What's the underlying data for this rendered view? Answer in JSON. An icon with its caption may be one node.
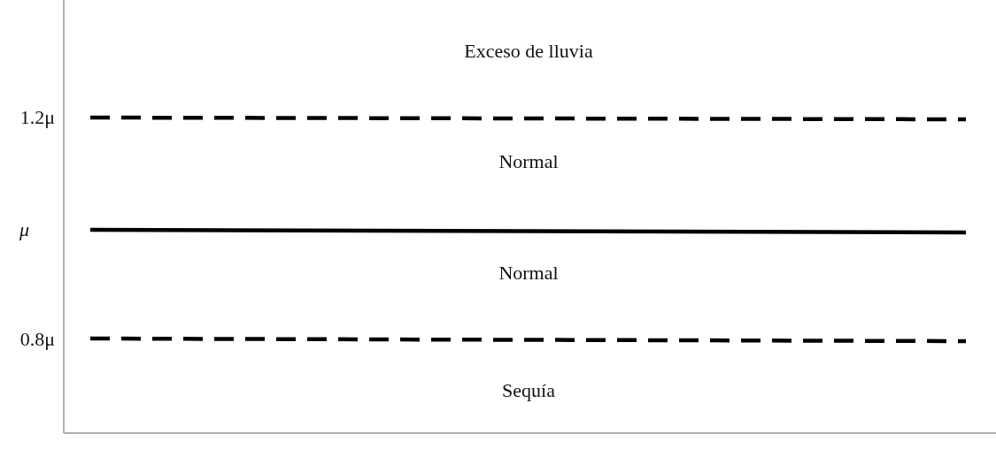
{
  "diagram": {
    "labels": [
      "Exceso de lluvia",
      "1.2μ",
      "Normal",
      "μ",
      "Normal",
      "0.8μ",
      "Sequía"
    ]
  }
}
